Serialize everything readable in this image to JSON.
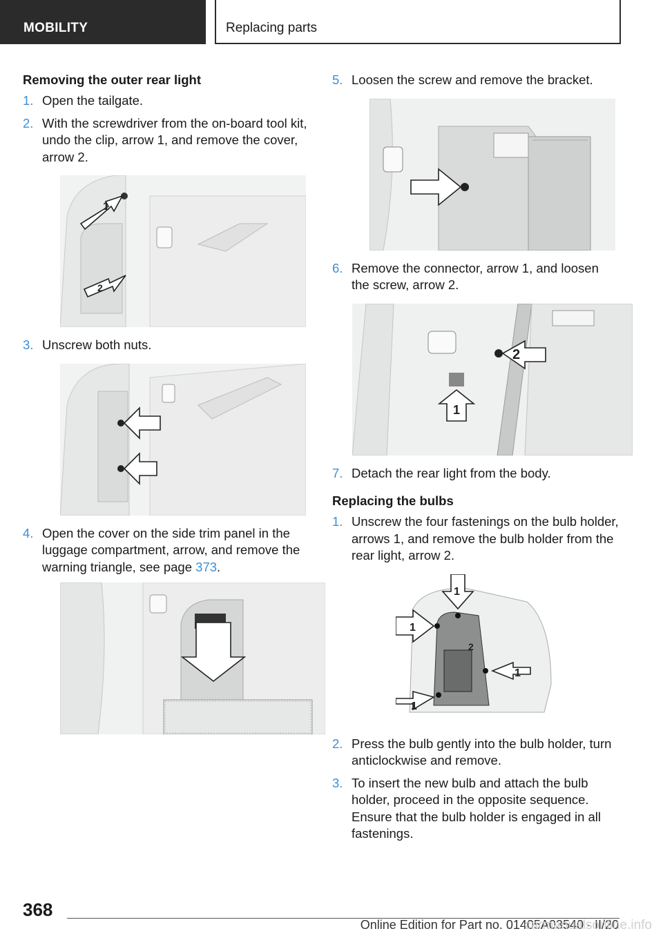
{
  "header": {
    "section": "MOBILITY",
    "topic": "Replacing parts"
  },
  "left": {
    "heading": "Removing the outer rear light",
    "steps": [
      {
        "n": "1.",
        "text": "Open the tailgate."
      },
      {
        "n": "2.",
        "text": "With the screwdriver from the on-board tool kit, undo the clip, arrow 1, and remove the cover, arrow 2."
      },
      {
        "n": "3.",
        "text": "Unscrew both nuts."
      },
      {
        "n": "4.",
        "text_before": "Open the cover on the side trim panel in the luggage compartment, arrow, and remove the warning triangle, see page ",
        "link": "373",
        "text_after": "."
      }
    ]
  },
  "right": {
    "steps_a": [
      {
        "n": "5.",
        "text": "Loosen the screw and remove the bracket."
      },
      {
        "n": "6.",
        "text": "Remove the connector, arrow 1, and loosen the screw, arrow 2."
      },
      {
        "n": "7.",
        "text": "Detach the rear light from the body."
      }
    ],
    "heading": "Replacing the bulbs",
    "steps_b": [
      {
        "n": "1.",
        "text": "Unscrew the four fastenings on the bulb holder, arrows 1, and remove the bulb holder from the rear light, arrow 2."
      },
      {
        "n": "2.",
        "text": "Press the bulb gently into the bulb holder, turn anticlockwise and remove."
      },
      {
        "n": "3.",
        "text": "To insert the new bulb and attach the bulb holder, proceed in the opposite sequence. Ensure that the bulb holder is engaged in all fastenings."
      }
    ]
  },
  "figure_labels": {
    "one": "1",
    "two": "2"
  },
  "footer": {
    "page": "368",
    "edition": "Online Edition for Part no. 01405A03540 - II/20",
    "watermark": "carmanualsonline.info"
  }
}
